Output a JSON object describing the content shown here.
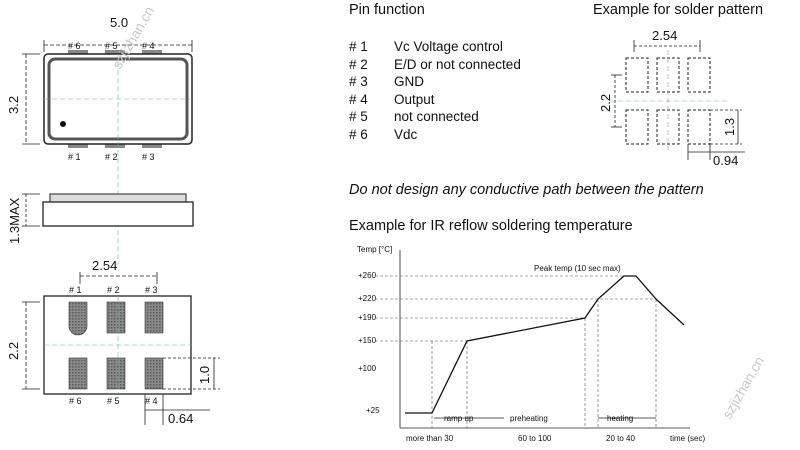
{
  "headings": {
    "pin_function": "Pin  function",
    "solder_pattern": "Example for solder pattern",
    "warning": "Do not design any conductive path between the pattern",
    "reflow_title": "Example for IR reflow soldering temperature"
  },
  "pins": [
    {
      "num": "# 1",
      "desc": "Vc Voltage control"
    },
    {
      "num": "# 2",
      "desc": "E/D or not connected"
    },
    {
      "num": "# 3",
      "desc": "GND"
    },
    {
      "num": "# 4",
      "desc": "Output"
    },
    {
      "num": "# 5",
      "desc": "not connected"
    },
    {
      "num": "# 6",
      "desc": "Vdc"
    }
  ],
  "package": {
    "width": "5.0",
    "height": "3.2",
    "thickness": "1.3MAX",
    "top_pins": [
      "# 6",
      "# 5",
      "# 4"
    ],
    "bottom_pins": [
      "# 1",
      "# 2",
      "# 3"
    ]
  },
  "footprint_bottom": {
    "pitch": "2.54",
    "row_span": "2.2",
    "pad_length": "1.0",
    "pad_width": "0.64",
    "top_pins": [
      "# 1",
      "# 2",
      "# 3"
    ],
    "bottom_pins": [
      "# 6",
      "# 5",
      "# 4"
    ]
  },
  "solder_pattern": {
    "pitch": "2.54",
    "row_span": "2.2",
    "pad_length": "1.3",
    "pad_width": "0.94"
  },
  "reflow": {
    "y_axis_label": "Temp [°C]",
    "x_axis_label": "time (sec)",
    "peak_label": "Peak temp (10 sec max)",
    "y_ticks": [
      "+260",
      "+220",
      "+190",
      "+150",
      "+100",
      "+25"
    ],
    "phases": [
      "ramp up",
      "preheating",
      "heating"
    ],
    "durations": [
      "more than 30",
      "60 to 100",
      "20 to 40"
    ]
  },
  "chart_data": {
    "type": "line",
    "ylabel": "Temp [°C]",
    "xlabel": "time (sec)",
    "yticks": [
      260,
      220,
      190,
      150,
      100,
      25
    ],
    "series": [
      {
        "points": [
          [
            -12,
            25
          ],
          [
            0,
            25
          ],
          [
            15,
            150
          ],
          [
            75,
            190
          ],
          [
            80,
            220
          ],
          [
            95,
            260
          ],
          [
            105,
            260
          ],
          [
            125,
            220
          ],
          [
            137,
            190
          ]
        ]
      }
    ],
    "annotations": [
      "Peak temp (10 sec max)",
      "ramp up",
      "preheating",
      "heating",
      "more than 30",
      "60 to 100",
      "20 to 40"
    ]
  },
  "watermark": "szjizhan.cn"
}
